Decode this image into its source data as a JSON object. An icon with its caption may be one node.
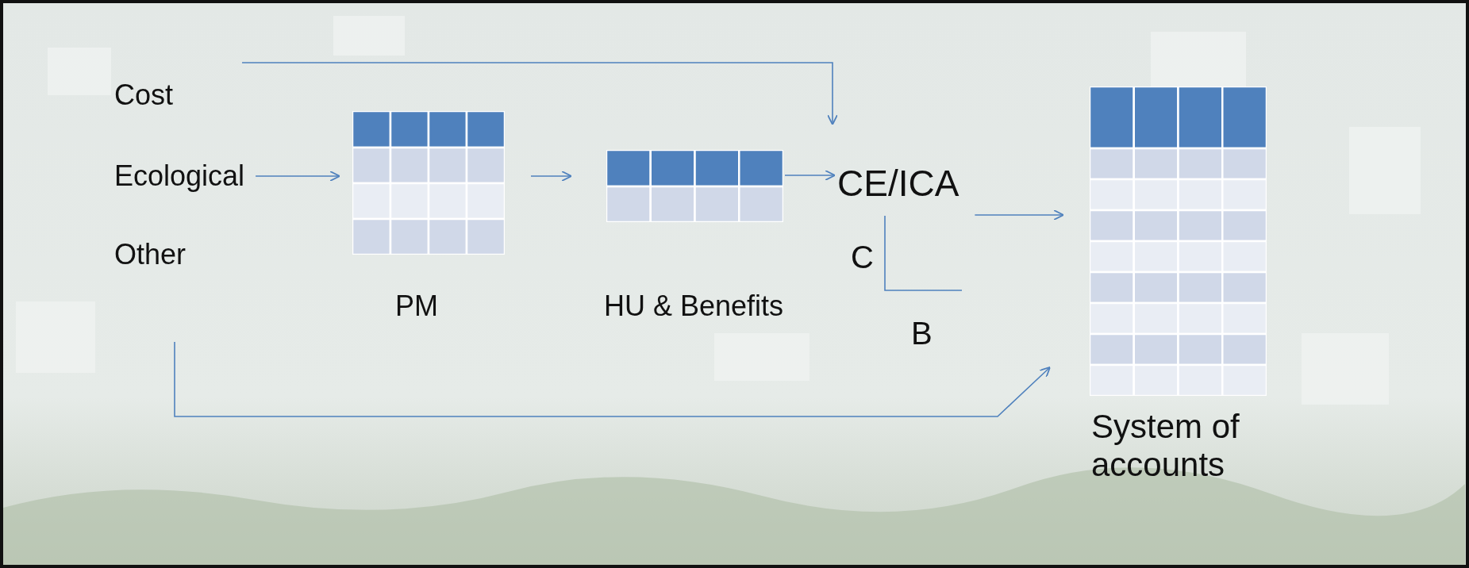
{
  "diagram": {
    "nodes": [
      {
        "text": [
          "Cost"
        ]
      },
      {
        "text": [
          "Ecological"
        ]
      },
      {
        "text": [
          "Other"
        ]
      },
      {
        "text": [
          "PM"
        ]
      },
      {
        "text": [
          "HU & Benefits"
        ]
      },
      {
        "text": [
          "CE/ICA"
        ]
      },
      {
        "text": [
          "System of accounts"
        ]
      }
    ],
    "edges": [
      {
        "from": 0,
        "to": 5,
        "arrow": "to"
      },
      {
        "from": 1,
        "to": 3,
        "arrow": "to"
      },
      {
        "from": 3,
        "to": 4,
        "arrow": "to"
      },
      {
        "from": 4,
        "to": 5,
        "arrow": "to"
      },
      {
        "from": 5,
        "to": 6,
        "arrow": "to"
      },
      {
        "from": 2,
        "to": 6,
        "arrow": "to"
      }
    ],
    "labels": [
      "C",
      "B"
    ]
  }
}
